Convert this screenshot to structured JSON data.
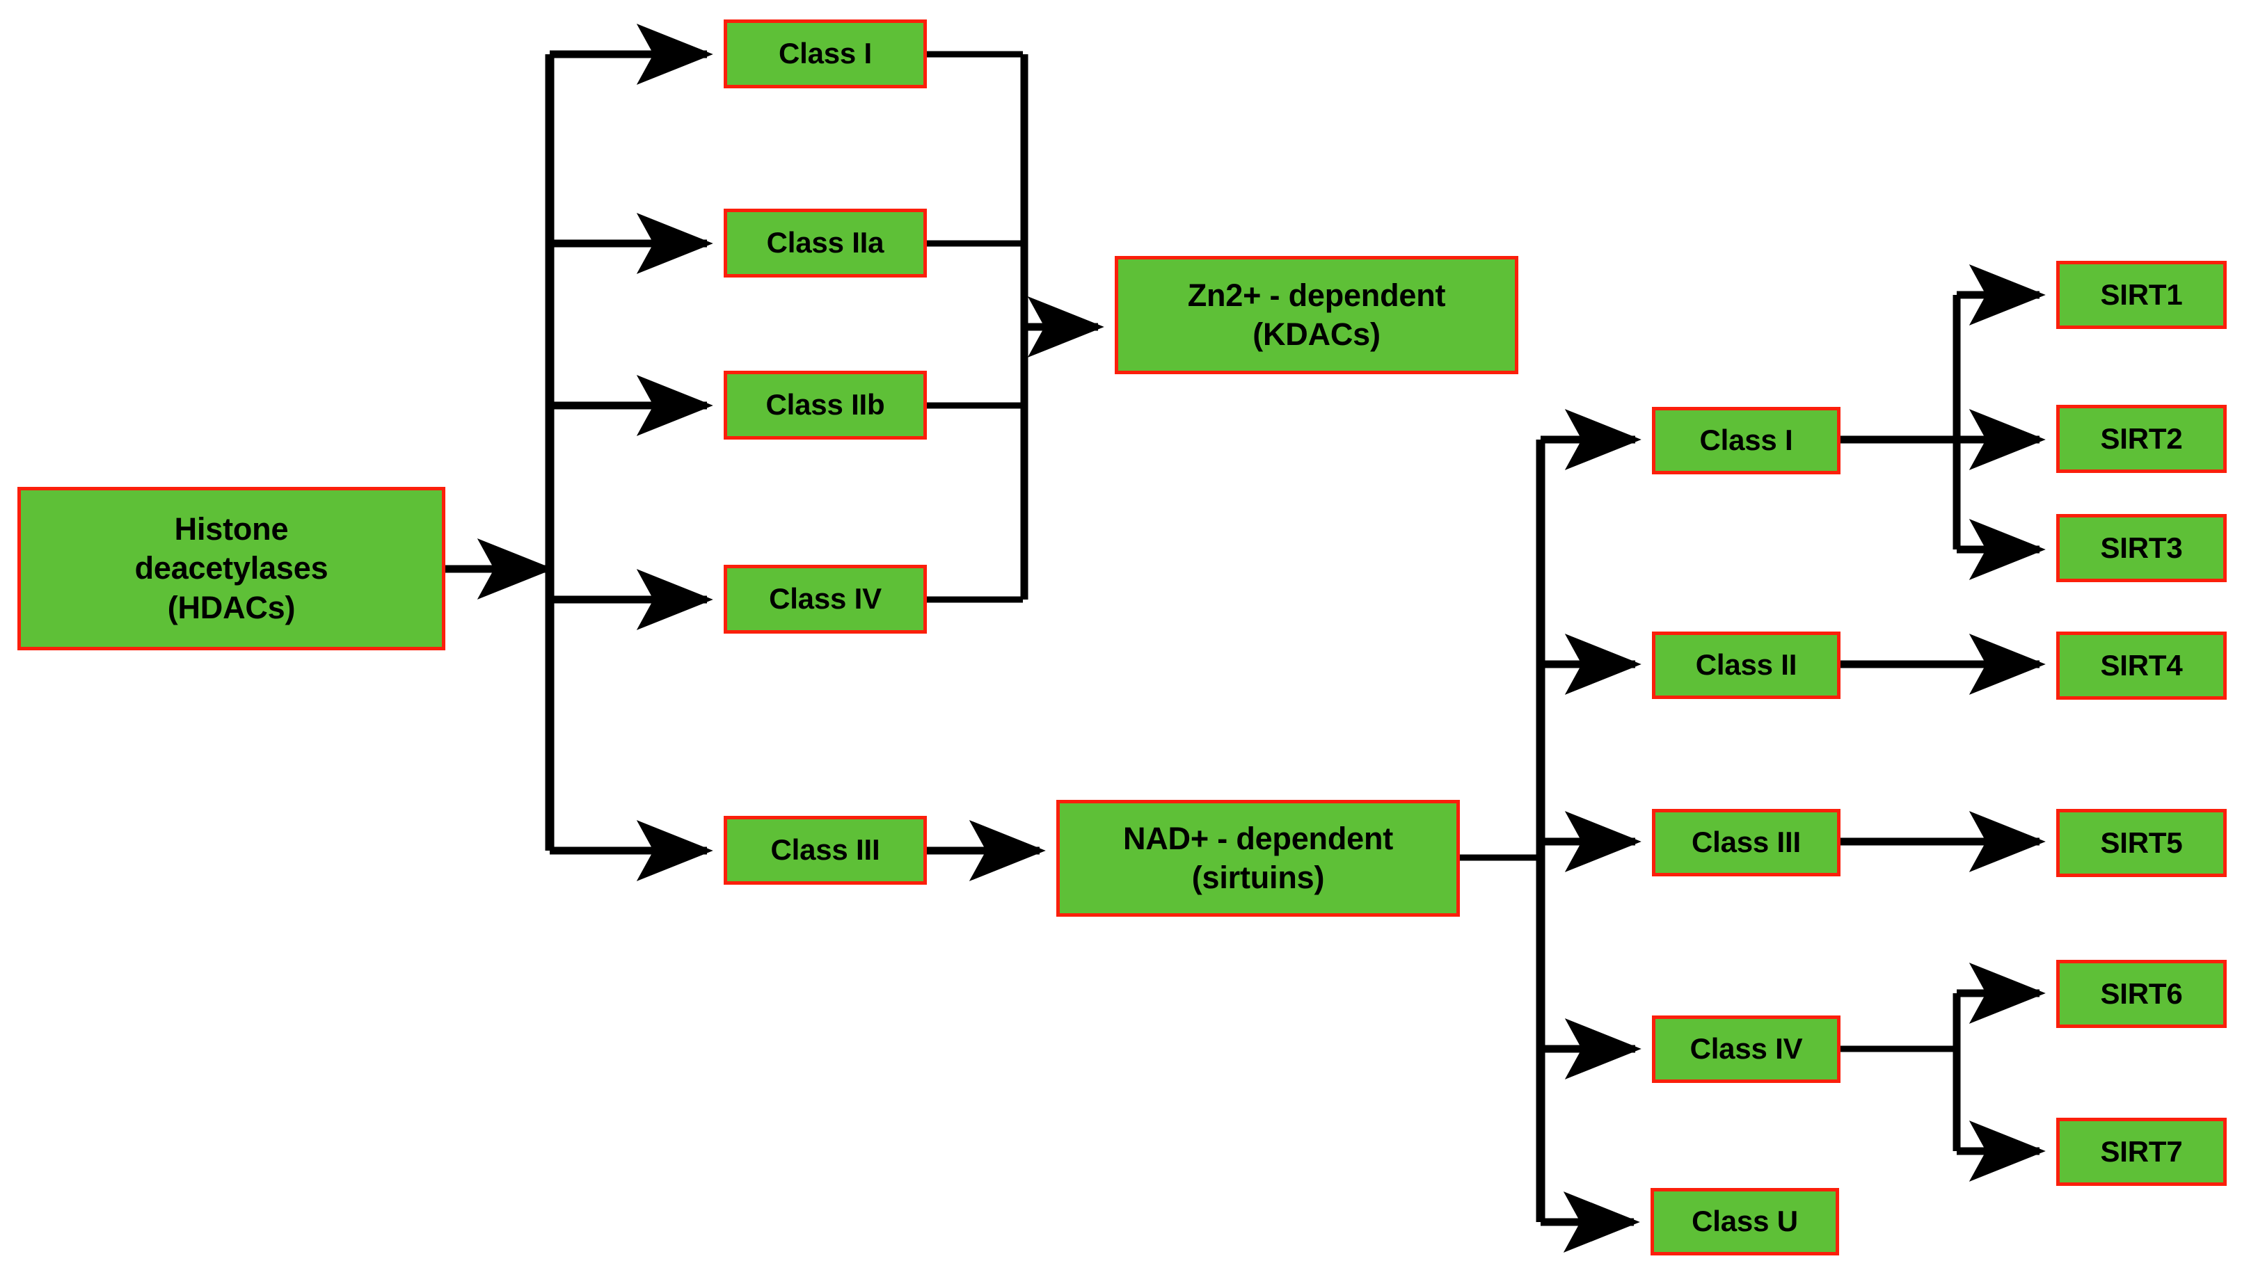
{
  "diagram": {
    "title": "Histone deacetylase (HDAC) classification",
    "colors": {
      "node_fill": "#5ec037",
      "node_border": "#fb1f0b",
      "edge": "#000000",
      "background": "#ffffff",
      "text": "#000000"
    },
    "nodes": {
      "root": "Histone\ndeacetylases\n(HDACs)",
      "kdac": "Zn2+ - dependent\n(KDACs)",
      "nad": "NAD+ - dependent\n(sirtuins)",
      "hdac_classes": [
        {
          "id": "hdac-class-1",
          "label": "Class I"
        },
        {
          "id": "hdac-class-2a",
          "label": "Class IIa"
        },
        {
          "id": "hdac-class-2b",
          "label": "Class IIb"
        },
        {
          "id": "hdac-class-4",
          "label": "Class IV"
        },
        {
          "id": "hdac-class-3",
          "label": "Class III"
        }
      ],
      "sirtuin_classes": [
        {
          "id": "sirt-class-1",
          "label": "Class I"
        },
        {
          "id": "sirt-class-2",
          "label": "Class II"
        },
        {
          "id": "sirt-class-3",
          "label": "Class III"
        },
        {
          "id": "sirt-class-4",
          "label": "Class IV"
        },
        {
          "id": "sirt-class-u",
          "label": "Class U"
        }
      ],
      "sirtuins": [
        {
          "id": "sirt1",
          "label": "SIRT1"
        },
        {
          "id": "sirt2",
          "label": "SIRT2"
        },
        {
          "id": "sirt3",
          "label": "SIRT3"
        },
        {
          "id": "sirt4",
          "label": "SIRT4"
        },
        {
          "id": "sirt5",
          "label": "SIRT5"
        },
        {
          "id": "sirt6",
          "label": "SIRT6"
        },
        {
          "id": "sirt7",
          "label": "SIRT7"
        }
      ]
    },
    "edges": [
      {
        "from": "root",
        "to": "hdac-class-1"
      },
      {
        "from": "root",
        "to": "hdac-class-2a"
      },
      {
        "from": "root",
        "to": "hdac-class-2b"
      },
      {
        "from": "root",
        "to": "hdac-class-4"
      },
      {
        "from": "root",
        "to": "hdac-class-3"
      },
      {
        "from": "hdac-class-1",
        "to": "kdac"
      },
      {
        "from": "hdac-class-2a",
        "to": "kdac"
      },
      {
        "from": "hdac-class-2b",
        "to": "kdac"
      },
      {
        "from": "hdac-class-4",
        "to": "kdac"
      },
      {
        "from": "hdac-class-3",
        "to": "nad"
      },
      {
        "from": "nad",
        "to": "sirt-class-1"
      },
      {
        "from": "nad",
        "to": "sirt-class-2"
      },
      {
        "from": "nad",
        "to": "sirt-class-3"
      },
      {
        "from": "nad",
        "to": "sirt-class-4"
      },
      {
        "from": "nad",
        "to": "sirt-class-u"
      },
      {
        "from": "sirt-class-1",
        "to": "sirt1"
      },
      {
        "from": "sirt-class-1",
        "to": "sirt2"
      },
      {
        "from": "sirt-class-1",
        "to": "sirt3"
      },
      {
        "from": "sirt-class-2",
        "to": "sirt4"
      },
      {
        "from": "sirt-class-3",
        "to": "sirt5"
      },
      {
        "from": "sirt-class-4",
        "to": "sirt6"
      },
      {
        "from": "sirt-class-4",
        "to": "sirt7"
      }
    ]
  }
}
